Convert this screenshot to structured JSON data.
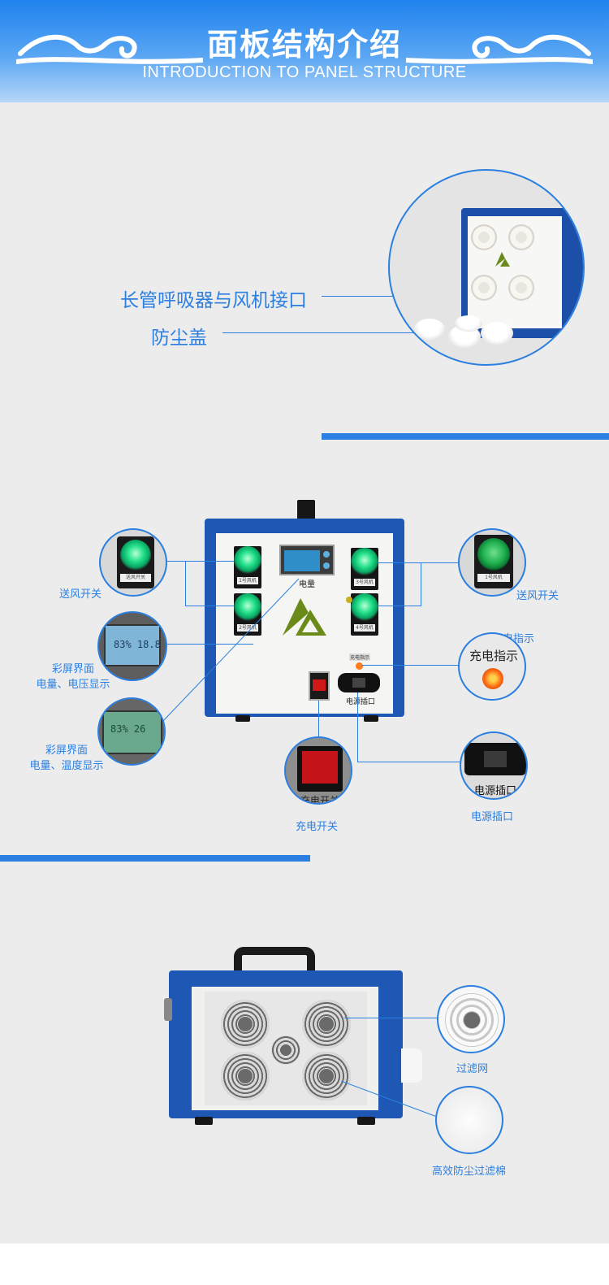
{
  "header": {
    "title": "面板结构介绍",
    "subtitle": "INTRODUCTION TO PANEL STRUCTURE"
  },
  "section1": {
    "label_interface": "长管呼吸器与风机接口",
    "label_dust_cap": "防尘盖"
  },
  "section2": {
    "left_top": "送风开关",
    "left_mid_line1": "彩屏界面",
    "left_mid_line2": "电量、电压显示",
    "left_bot_line1": "彩屏界面",
    "left_bot_line2": "电量、温度显示",
    "right_top": "送风开关",
    "right_charge_indicator": "充电指示",
    "charge_switch": "充电开关",
    "power_socket": "电源插口",
    "panel_power_text": "电量",
    "panel_socket_text": "电源插口",
    "panel_indicator_text": "充电指示",
    "zoom_indicator_text": "充电指示",
    "zoom_socket_text": "电源插口",
    "zoom_charge_switch_text": "充电开关",
    "screen1_text": "83% 18.8",
    "screen2_text": "83% 26",
    "btn_tag_left": "送风开关",
    "btn_tag_right": "1号风机",
    "panel_btn_tags": [
      "1号风机",
      "2号风机",
      "3号风机",
      "4号风机"
    ]
  },
  "section3": {
    "filter_mesh": "过滤网",
    "filter_cotton": "高效防尘过滤棉"
  }
}
